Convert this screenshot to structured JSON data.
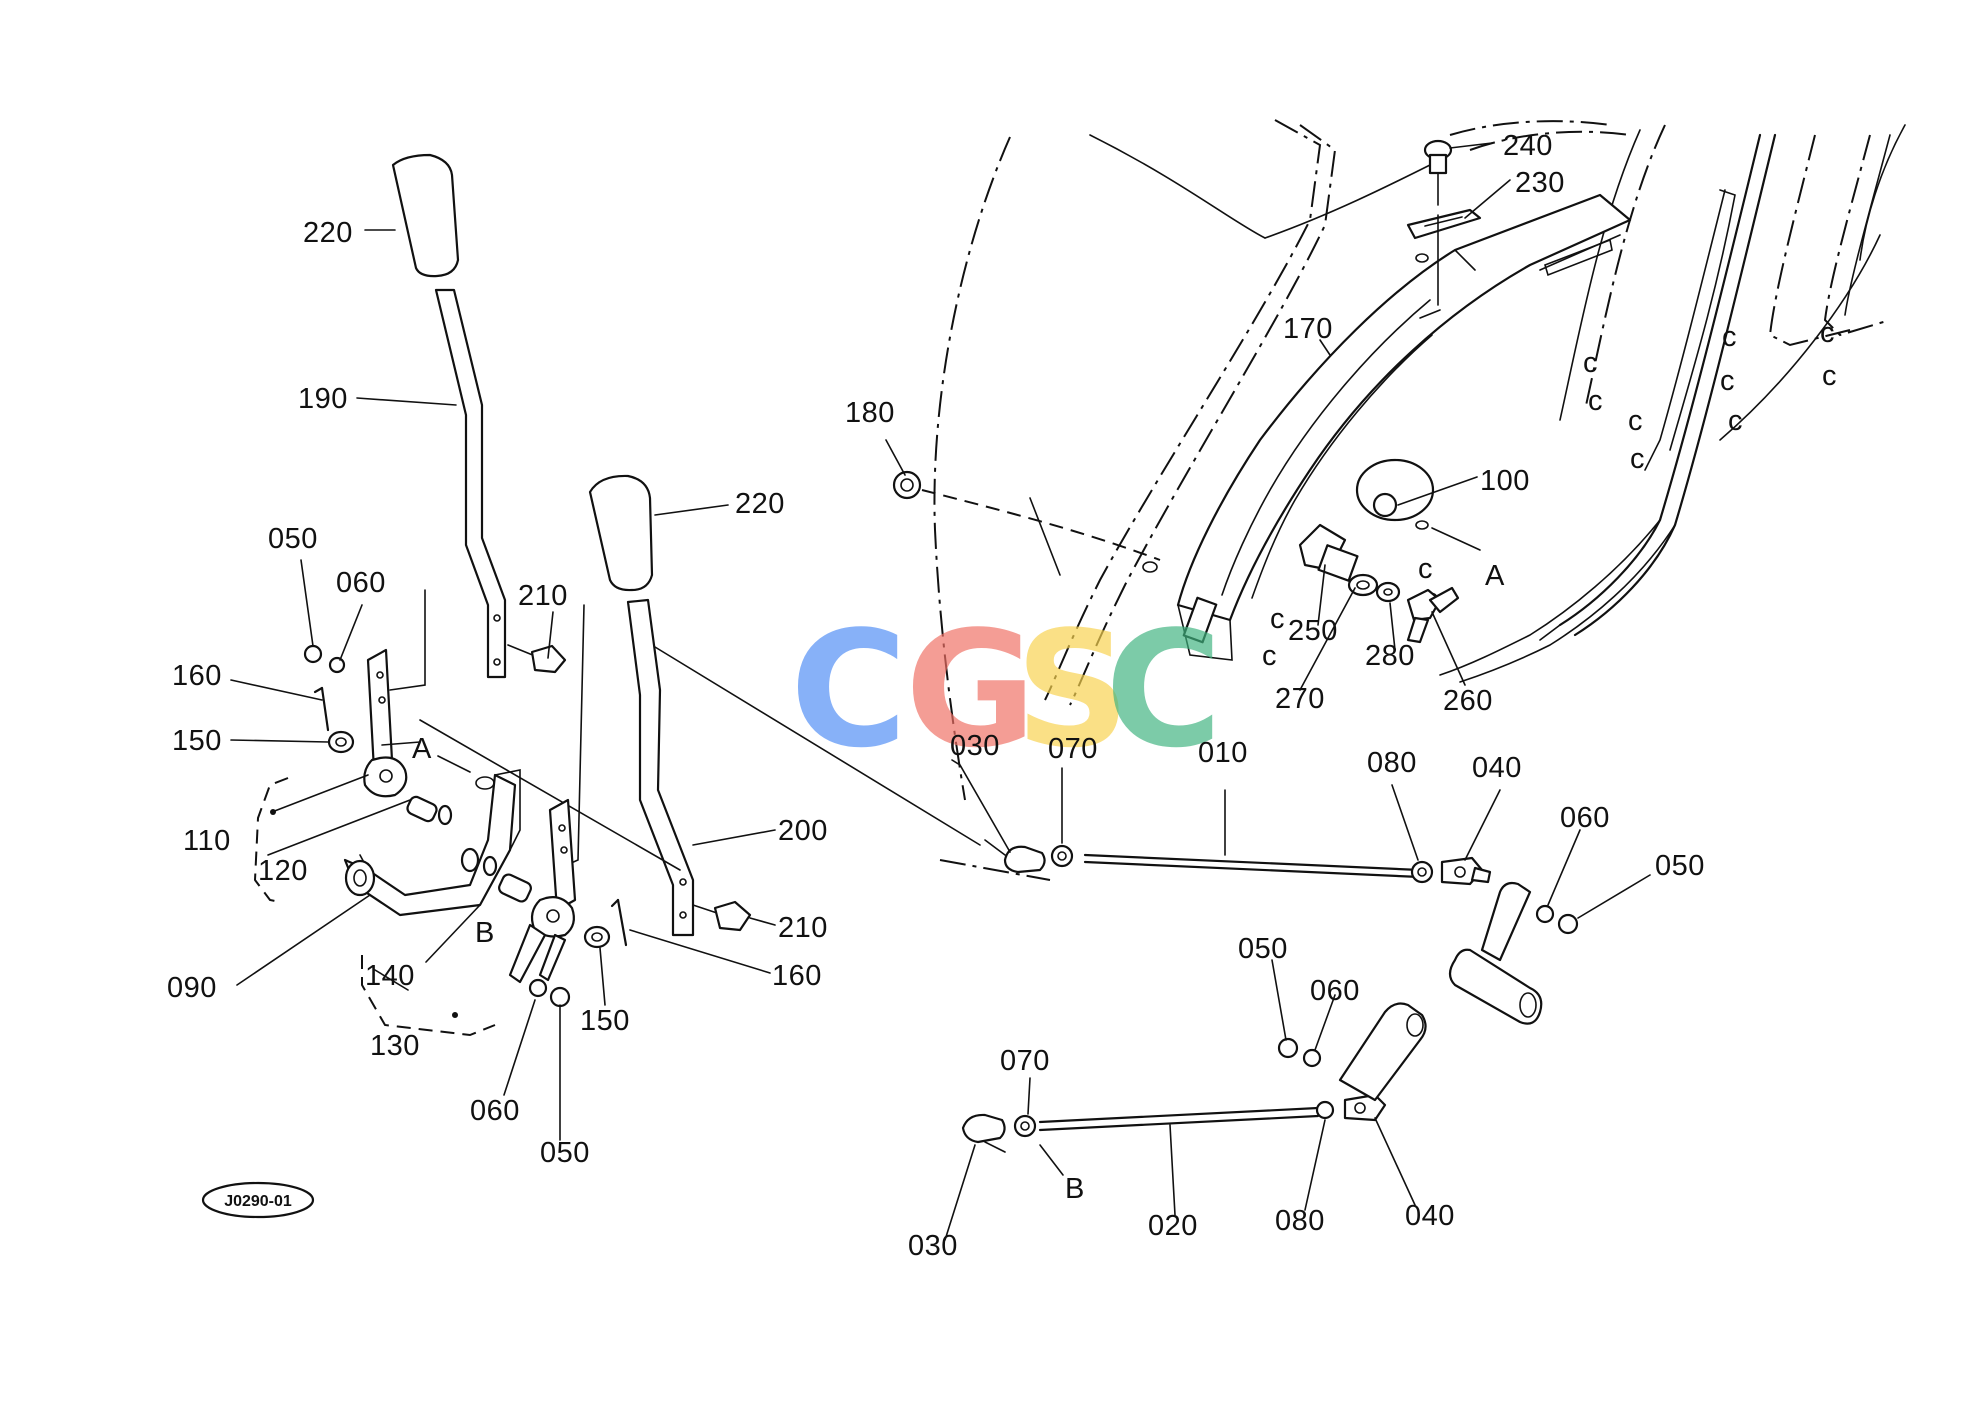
{
  "drawing": {
    "code": "J0290-01",
    "watermark": [
      "C",
      "G",
      "S",
      "C"
    ],
    "watermark_colors": [
      "#4f8df5",
      "#ef6f64",
      "#f8d24e",
      "#3fb37f"
    ]
  },
  "labels": {
    "p010": "010",
    "p020": "020",
    "p030a": "030",
    "p030b": "030",
    "p040a": "040",
    "p040b": "040",
    "p050a": "050",
    "p050b": "050",
    "p050c": "050",
    "p050d": "050",
    "p060a": "060",
    "p060b": "060",
    "p060c": "060",
    "p060d": "060",
    "p070a": "070",
    "p070b": "070",
    "p080a": "080",
    "p080b": "080",
    "p090": "090",
    "p100": "100",
    "p110": "110",
    "p120": "120",
    "p130": "130",
    "p140": "140",
    "p150a": "150",
    "p150b": "150",
    "p160a": "160",
    "p160b": "160",
    "p170": "170",
    "p180": "180",
    "p190": "190",
    "p200": "200",
    "p210a": "210",
    "p210b": "210",
    "p220a": "220",
    "p220b": "220",
    "p230": "230",
    "p240": "240",
    "p250": "250",
    "p260": "260",
    "p270": "270",
    "p280": "280",
    "refA1": "A",
    "refA2": "A",
    "refB1": "B",
    "refB2": "B"
  }
}
